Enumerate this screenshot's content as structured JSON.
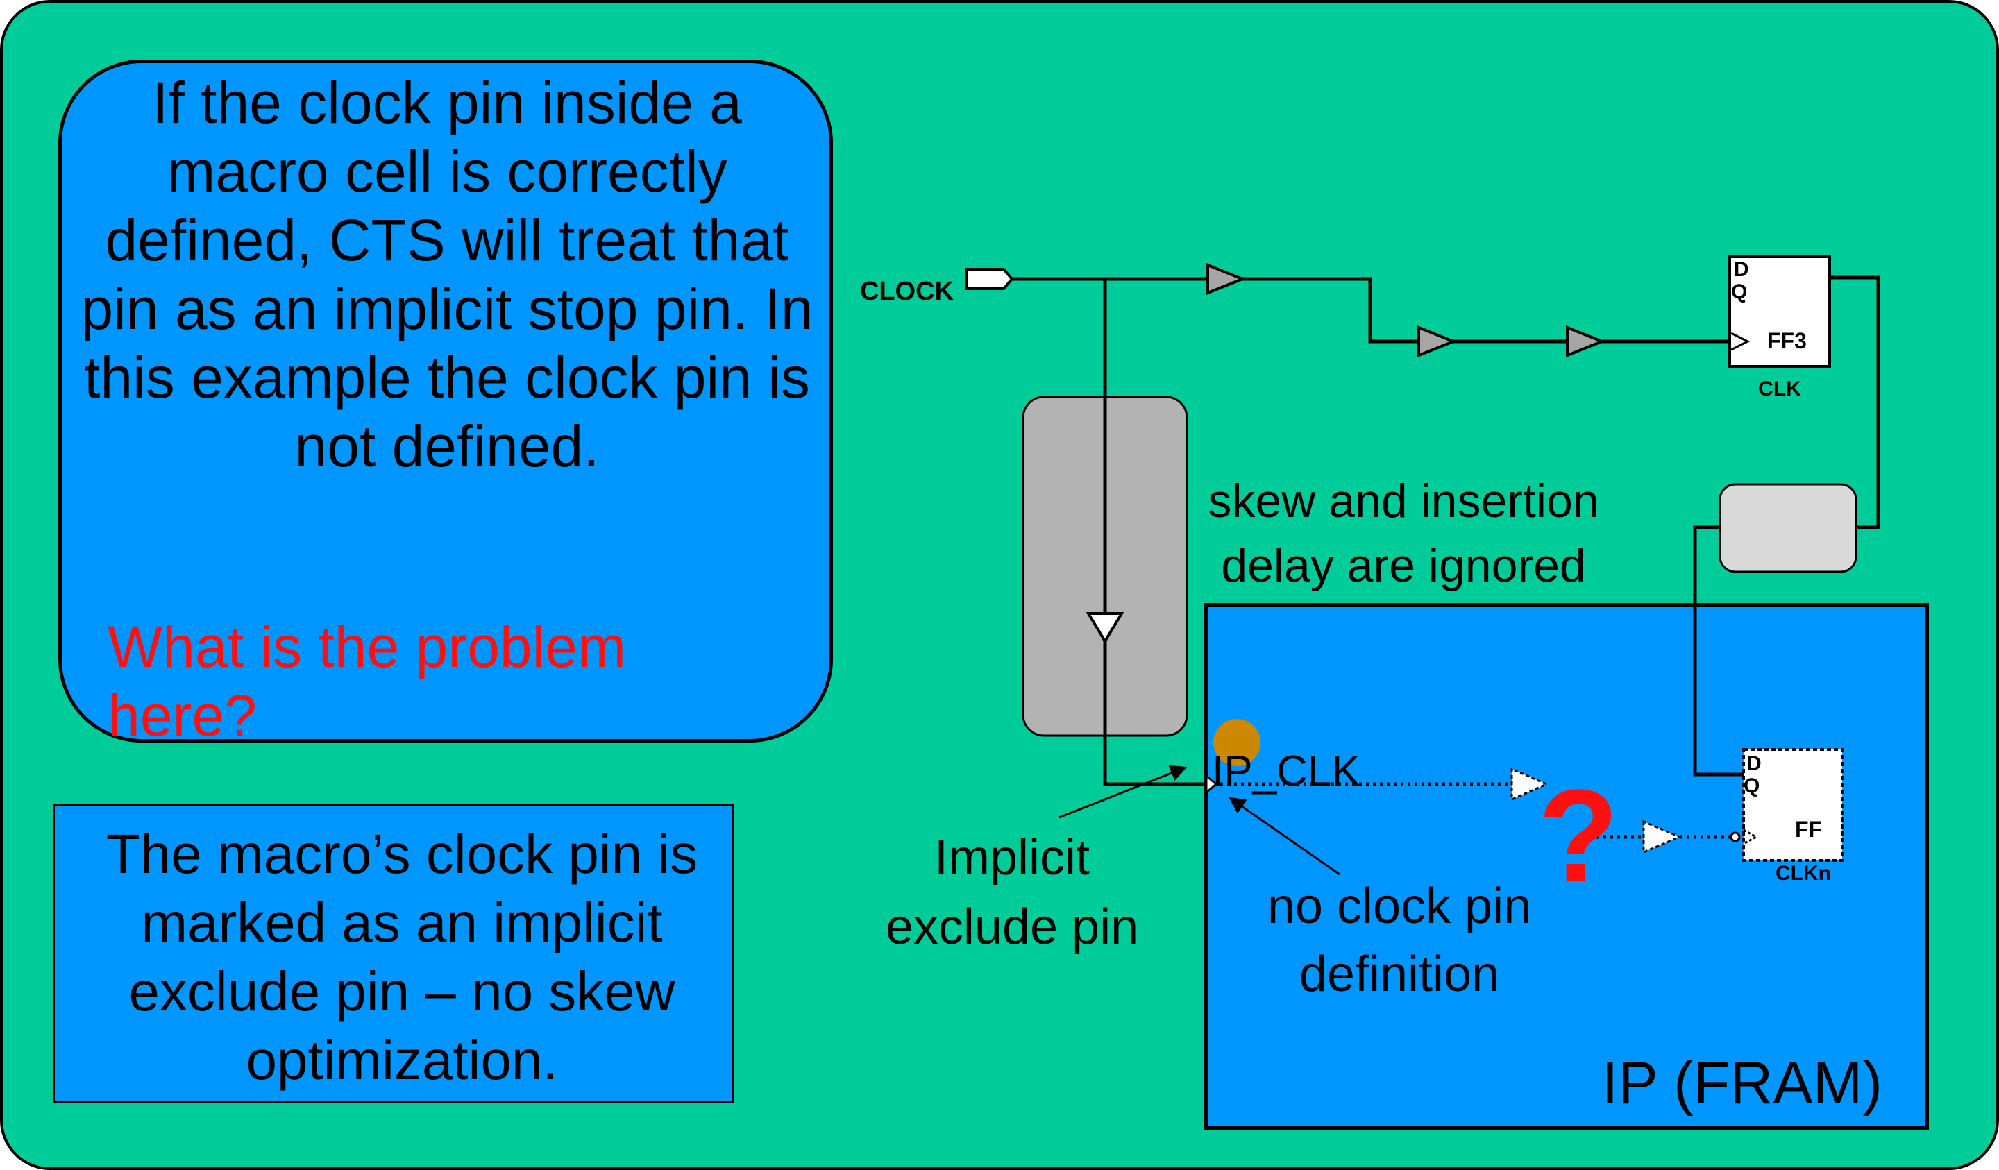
{
  "question_box": {
    "text": "If the clock pin inside a macro cell is correctly defined, CTS will treat that pin as an implicit stop pin. In this example the clock pin is not defined.",
    "question": "What is the problem here?"
  },
  "answer_box": {
    "text": "The macro’s clock pin is marked as an implicit exclude pin – no skew optimization."
  },
  "circuit": {
    "clock_port_label": "CLOCK",
    "ff3": {
      "d_label": "D",
      "q_label": "Q",
      "name": "FF3",
      "clk_label": "CLK"
    },
    "ff_inner": {
      "d_label": "D",
      "q_label": "Q",
      "name": "FF",
      "clk_label": "CLKn"
    },
    "skew_note_line1": "skew and insertion",
    "skew_note_line2": "delay are ignored",
    "ip_clk_label": "IP_CLK",
    "question_mark": "?",
    "ip_block_label": "IP (FRAM)",
    "implicit_label_line1": "Implicit",
    "implicit_label_line2": "exclude pin",
    "no_def_label_line1": "no clock pin",
    "no_def_label_line2": "definition"
  },
  "colors": {
    "background": "#00cc99",
    "box_blue": "#0096ff",
    "gray_block": "#b3b3b3",
    "light_block": "#d9d9d9",
    "buffer_gray": "#a6a6a6",
    "question_red": "#ff1010",
    "pin_dot": "#cc8800"
  }
}
